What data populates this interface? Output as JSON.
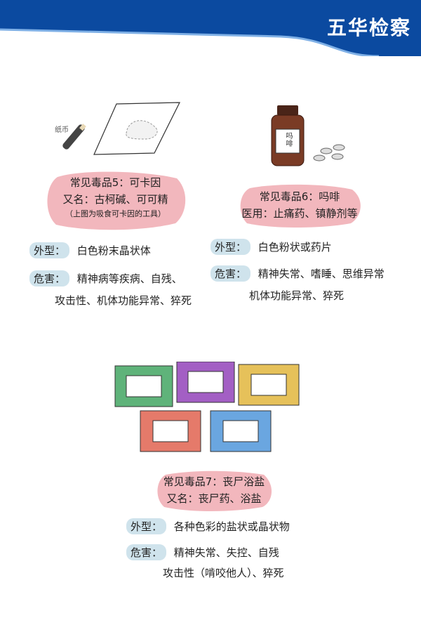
{
  "header": {
    "brand": "五华检察",
    "color": "#0b4aa0"
  },
  "item5": {
    "title": "常见毒品5：可卡因",
    "alias": "又名：古柯碱、可可精",
    "note": "（上图为吸食可卡因的工具）",
    "paper_label": "纸币",
    "appearance_tag": "外型：",
    "appearance": "白色粉末晶状体",
    "harm_tag": "危害：",
    "harm_line1": "精神病等疾病、自残、",
    "harm_line2": "攻击性、机体功能异常、猝死"
  },
  "item6": {
    "title": "常见毒品6：吗啡",
    "medical": "医用：止痛药、镇静剂等",
    "bottle_label": "吗啡",
    "appearance_tag": "外型：",
    "appearance": "白色粉状或药片",
    "harm_tag": "危害：",
    "harm_line1": "精神失常、嗜睡、思维异常",
    "harm_line2": "机体功能异常、猝死"
  },
  "item7": {
    "title": "常见毒品7：丧尸浴盐",
    "alias": "又名：丧尸药、浴盐",
    "appearance_tag": "外型：",
    "appearance": "各种色彩的盐状或晶状物",
    "harm_tag": "危害：",
    "harm_line1": "精神失常、失控、自残",
    "harm_line2": "攻击性（啃咬他人）、猝死",
    "packet_colors": [
      "#5fb37a",
      "#a35fc4",
      "#e6c15a",
      "#e57a6a",
      "#6aa6e0"
    ]
  },
  "colors": {
    "pill": "#f2b7bd",
    "tag": "#cfe3ec"
  }
}
